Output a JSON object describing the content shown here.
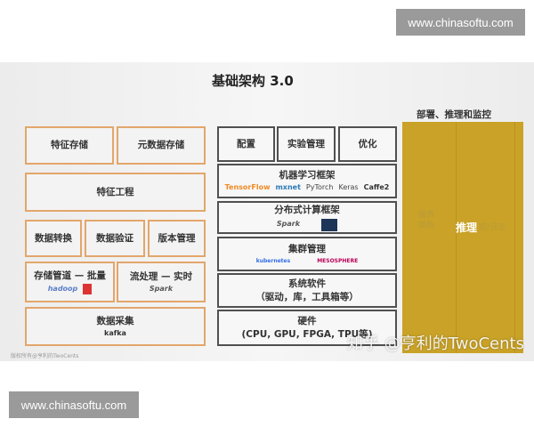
{
  "watermark_top": "www.chinasoftu.com",
  "watermark_bottom": "www.chinasoftu.com",
  "title": "基础架构 3.0",
  "left": {
    "feature_store": "特征存储",
    "metadata_store": "元数据存储",
    "feature_engineering": "特征工程",
    "data_transform": "数据转换",
    "data_validation": "数据验证",
    "version_mgmt": "版本管理",
    "batch": "存储管道 — 批量",
    "stream": "流处理 — 实时",
    "ingestion": "数据采集",
    "logos": {
      "hadoop": "hadoop",
      "spark": "Spark",
      "kafka": "kafka"
    }
  },
  "right": {
    "config": "配置",
    "experiment": "实验管理",
    "optimize": "优化",
    "ml_framework": "机器学习框架",
    "ml_logos": [
      "TensorFlow",
      "mxnet",
      "PyTorch",
      "Keras",
      "Caffe2"
    ],
    "distributed": "分布式计算框架",
    "spark": "Spark",
    "cluster": "集群管理",
    "cluster_logos": [
      "kubernetes",
      "MESOSPHERE"
    ],
    "system_sw": "系统软件",
    "system_sw_sub": "（驱动，库，工具箱等）",
    "hardware": "硬件",
    "hardware_sub": "(CPU, GPU, FPGA, TPU等)"
  },
  "deploy": {
    "heading": "部署、推理和监控",
    "serving": "服务架构",
    "inference": "推理",
    "monitoring": "控/日志",
    "color": "#c9a227"
  },
  "footer_left": "版权所有@亨利的TwoCents",
  "overlay_watermark": "知乎 @亨利的TwoCents"
}
